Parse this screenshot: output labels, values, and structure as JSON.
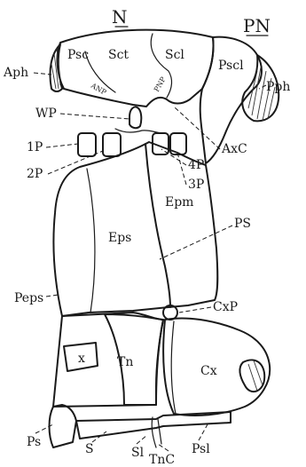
{
  "labels": {
    "N": "N",
    "PN": "PN",
    "Psc": "Psc",
    "Sct": "Sct",
    "Scl": "Scl",
    "Pscl": "Pscl",
    "Aph": "Aph",
    "Pph": "Pph",
    "ANP": "ANP",
    "PNP": "PNP",
    "WP": "WP",
    "AxC": "AxC",
    "1P": "1P",
    "2P": "2P",
    "4P": "4P",
    "3P": "3P",
    "Epm": "Epm",
    "Eps": "Eps",
    "PS": "PS",
    "Peps": "Peps",
    "CxP": "CxP",
    "Tn": "Tn",
    "x": "x",
    "Cx": "Cx",
    "Ps": "Ps",
    "S": "S",
    "Sl": "Sl",
    "Psl": "Psl",
    "TnC": "TnC"
  }
}
